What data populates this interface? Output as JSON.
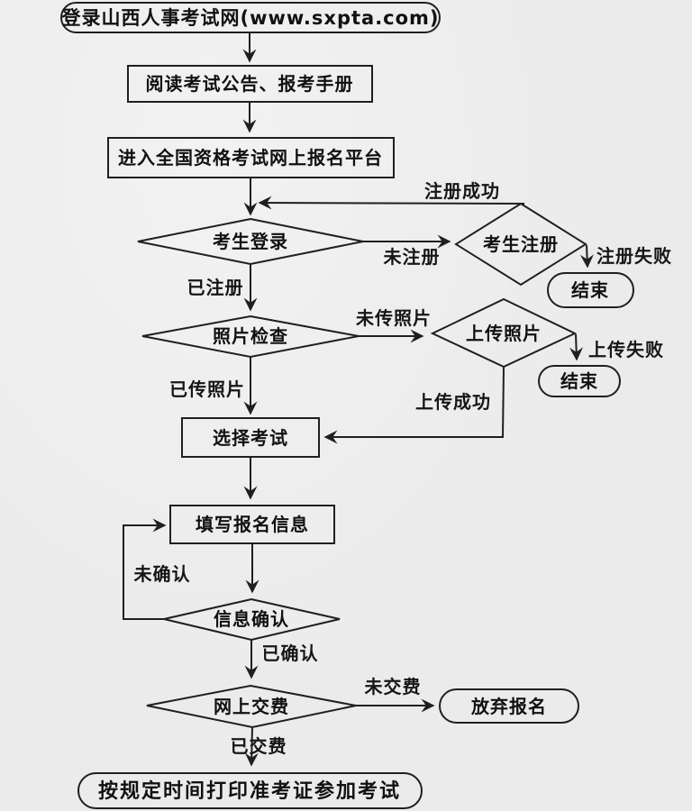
{
  "page": {
    "background_color": "#ebebeb",
    "ink_color": "#1f1f1f",
    "description": "Flowchart of online exam registration process on Shanxi Personnel Examination Network"
  },
  "flowchart": {
    "nodes": {
      "start": {
        "type": "terminal",
        "label": "登录山西人事考试网(www.sxpta.com)"
      },
      "read_notice": {
        "type": "process",
        "label": "阅读考试公告、报考手册"
      },
      "enter_platform": {
        "type": "process",
        "label": "进入全国资格考试网上报名平台"
      },
      "candidate_login": {
        "type": "decision",
        "label": "考生登录"
      },
      "candidate_register": {
        "type": "decision",
        "label": "考生注册"
      },
      "end_after_register_fail": {
        "type": "terminal",
        "label": "结束"
      },
      "photo_check": {
        "type": "decision",
        "label": "照片检查"
      },
      "upload_photo": {
        "type": "decision",
        "label": "上传照片"
      },
      "end_after_upload_fail": {
        "type": "terminal",
        "label": "结束"
      },
      "select_exam": {
        "type": "process",
        "label": "选择考试"
      },
      "fill_info": {
        "type": "process",
        "label": "填写报名信息"
      },
      "info_confirm": {
        "type": "decision",
        "label": "信息确认"
      },
      "online_payment": {
        "type": "decision",
        "label": "网上交费"
      },
      "abandon": {
        "type": "terminal",
        "label": "放弃报名"
      },
      "final": {
        "type": "terminal",
        "label": "按规定时间打印准考证参加考试"
      }
    },
    "edge_labels": {
      "register_success": "注册成功",
      "not_registered": "未注册",
      "register_fail": "注册失败",
      "registered": "已注册",
      "photo_not_uploaded": "未传照片",
      "upload_fail": "上传失败",
      "photo_uploaded": "已传照片",
      "upload_success": "上传成功",
      "not_confirmed": "未确认",
      "confirmed": "已确认",
      "not_paid": "未交费",
      "paid": "已交费"
    }
  }
}
